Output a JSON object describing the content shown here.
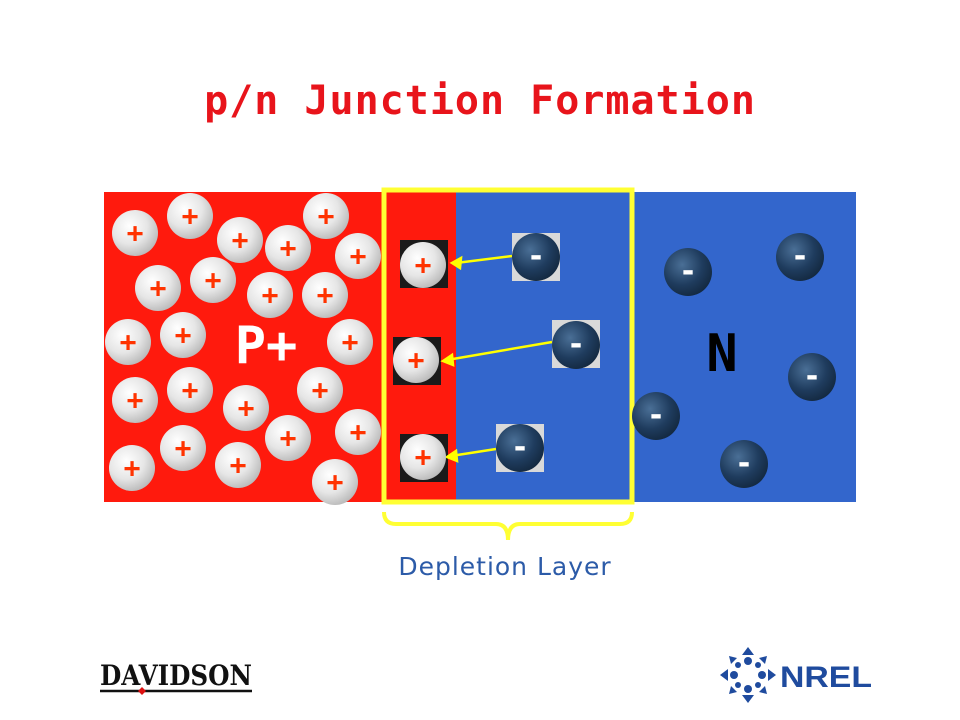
{
  "slide": {
    "title": "p/n Junction Formation",
    "caption": "Depletion Layer"
  },
  "diagram": {
    "p_label": "P+",
    "n_label": "N",
    "positive_symbol": "+",
    "negative_symbol": "-",
    "colors": {
      "p_region": "#ff1a0d",
      "n_region": "#3366cc",
      "highlight": "#ffff33",
      "arrow": "#ffff00",
      "plus_text": "#ff3300",
      "ion_fill": "#1e3a5f"
    }
  },
  "logos": {
    "left": {
      "text": "DAVIDSON"
    },
    "right": {
      "text": "NREL"
    }
  }
}
